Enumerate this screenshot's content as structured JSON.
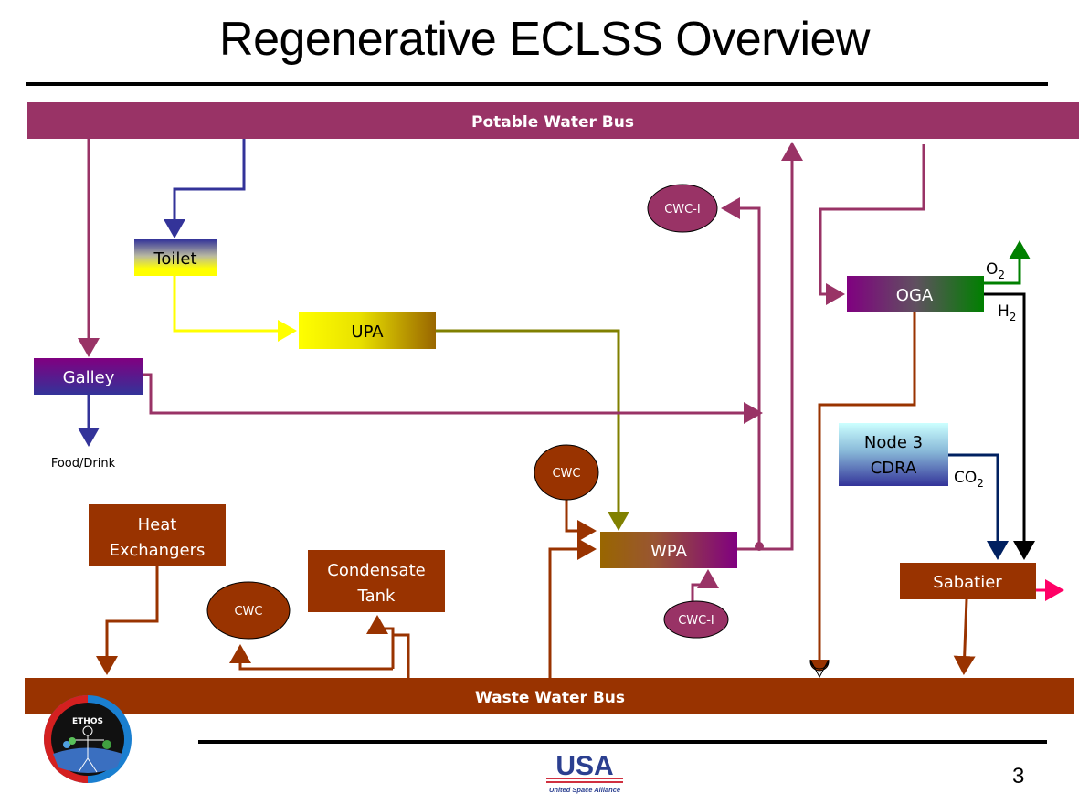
{
  "title": "Regenerative ECLSS Overview",
  "buses": {
    "potable": "Potable Water Bus",
    "waste": "Waste Water Bus"
  },
  "components": {
    "toilet": "Toilet",
    "upa": "UPA",
    "galley": "Galley",
    "food_drink": "Food/Drink",
    "wpa": "WPA",
    "oga": "OGA",
    "node3_line1": "Node 3",
    "node3_line2": "CDRA",
    "sabatier": "Sabatier",
    "heat_line1": "Heat",
    "heat_line2": "Exchangers",
    "condensate_line1": "Condensate",
    "condensate_line2": "Tank",
    "cwc_i_top": "CWC-I",
    "cwc_i_bottom": "CWC-I",
    "cwc_wpa": "CWC",
    "cwc_left": "CWC"
  },
  "gas_labels": {
    "o2_main": "O",
    "o2_sub": "2",
    "h2_main": "H",
    "h2_sub": "2",
    "co2_main": "CO",
    "co2_sub": "2"
  },
  "footer": {
    "logo_left_text": "ETHOS",
    "logo_usa": "USA",
    "logo_usa_caption": "United Space Alliance",
    "page_number": "3"
  },
  "colors": {
    "potable": "#993366",
    "waste": "#993300",
    "blue": "#333399",
    "yellow": "#ffff00",
    "olive": "#808000",
    "green": "#008000",
    "navy": "#002060",
    "pink": "#ff0066"
  }
}
